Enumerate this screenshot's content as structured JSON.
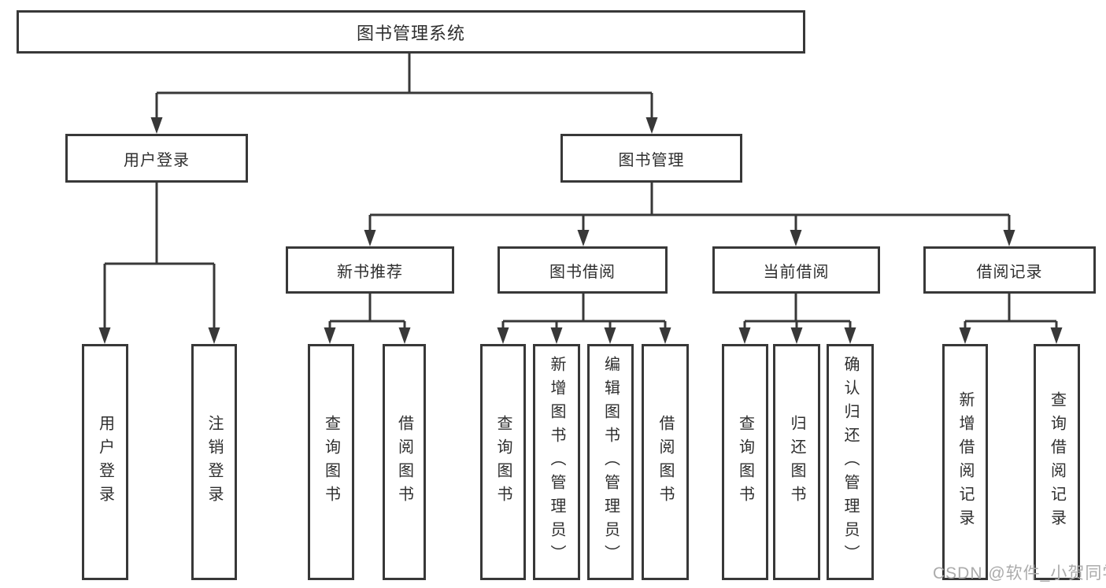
{
  "diagram_title": "图书管理系统",
  "nodes": {
    "root": {
      "label": "图书管理系统"
    },
    "l2": [
      {
        "label": "用户登录"
      },
      {
        "label": "图书管理"
      }
    ],
    "l3": [
      {
        "label": "新书推荐"
      },
      {
        "label": "图书借阅"
      },
      {
        "label": "当前借阅"
      },
      {
        "label": "借阅记录"
      }
    ],
    "l4": [
      {
        "label": "用户登录"
      },
      {
        "label": "注销登录"
      },
      {
        "label": "查询图书"
      },
      {
        "label": "借阅图书"
      },
      {
        "label": "查询图书"
      },
      {
        "label": "新增图书（管理员）"
      },
      {
        "label": "编辑图书（管理员）"
      },
      {
        "label": "借阅图书"
      },
      {
        "label": "查询图书"
      },
      {
        "label": "归还图书"
      },
      {
        "label": "确认归还（管理员）"
      },
      {
        "label": "新增借阅记录"
      },
      {
        "label": "查询借阅记录"
      }
    ]
  },
  "hierarchy": {
    "图书管理系统": [
      "用户登录",
      "图书管理"
    ],
    "用户登录": [
      "用户登录",
      "注销登录"
    ],
    "图书管理": [
      "新书推荐",
      "图书借阅",
      "当前借阅",
      "借阅记录"
    ],
    "新书推荐": [
      "查询图书",
      "借阅图书"
    ],
    "图书借阅": [
      "查询图书",
      "新增图书（管理员）",
      "编辑图书（管理员）",
      "借阅图书"
    ],
    "当前借阅": [
      "查询图书",
      "归还图书",
      "确认归还（管理员）"
    ],
    "借阅记录": [
      "新增借阅记录",
      "查询借阅记录"
    ]
  },
  "watermark": {
    "text": "CSDN @软件_小贺同学",
    "color": "#ababab"
  },
  "colors": {
    "line": "#383838",
    "box_background": "#ffffff",
    "text": "#2e2e2e",
    "background": "#ffffff"
  }
}
